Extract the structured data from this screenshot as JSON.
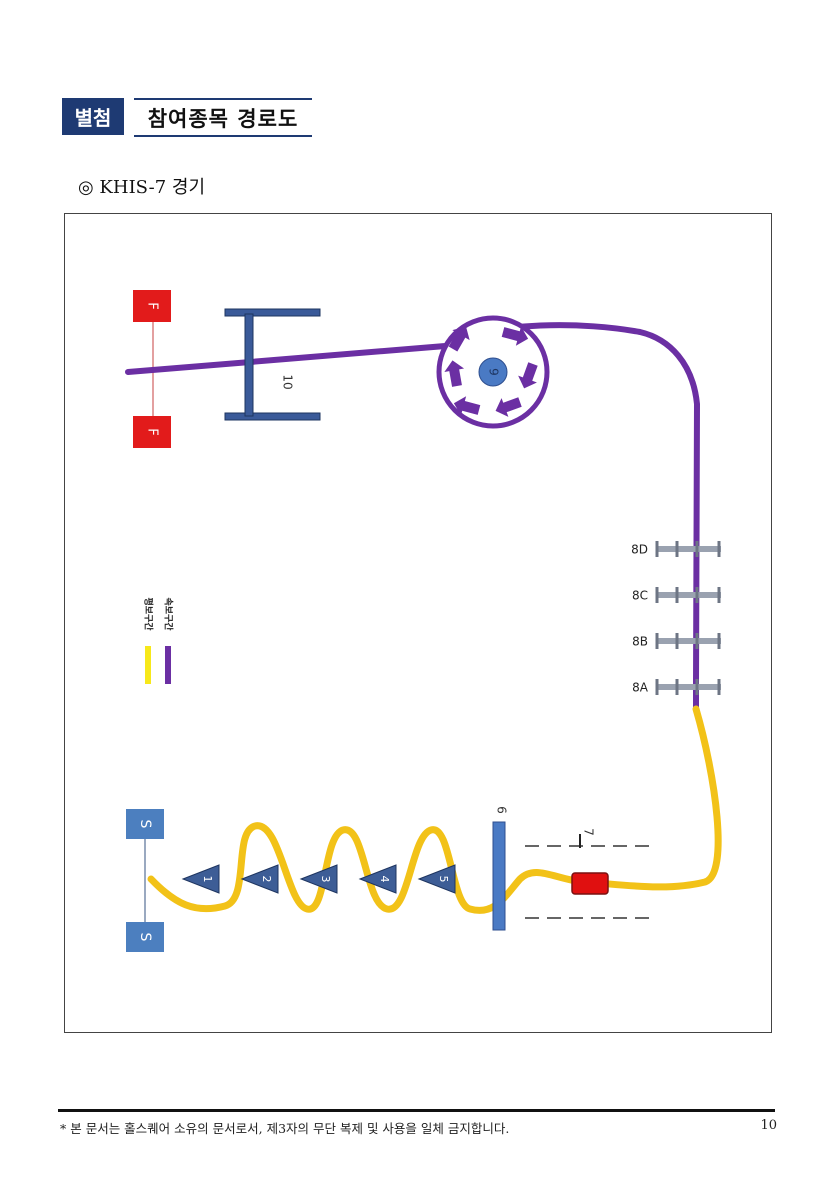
{
  "header": {
    "badge": "별첨",
    "title": "참여종목 경로도"
  },
  "subtitle": "◎ KHIS-7 경기",
  "diagram": {
    "finish_label": "F",
    "start_label": "S",
    "obstacle_10": "10",
    "obstacle_9": "9",
    "obstacle_7": "7",
    "obstacle_6": "6",
    "gates": [
      "8D",
      "8C",
      "8B",
      "8A"
    ],
    "cones": [
      "1",
      "2",
      "3",
      "4",
      "5"
    ],
    "legend": [
      {
        "label": "평보구간",
        "color": "#f7e81a"
      },
      {
        "label": "속보구간",
        "color": "#6b2fa3"
      }
    ],
    "colors": {
      "walk_path": "#f2c218",
      "trot_path": "#6b2fa3",
      "finish_flag": "#e21b1b",
      "start_flag": "#4c7fbf",
      "obstacle_blue": "#2f4f8f",
      "cone_blue": "#3d5d96",
      "circle_arrow": "#6b2fa3",
      "red_box": "#e01010"
    }
  },
  "footer": {
    "notice": "* 본 문서는 홀스퀘어 소유의 문서로서, 제3자의 무단 복제 및 사용을 일체 금지합니다.",
    "page": "10"
  }
}
